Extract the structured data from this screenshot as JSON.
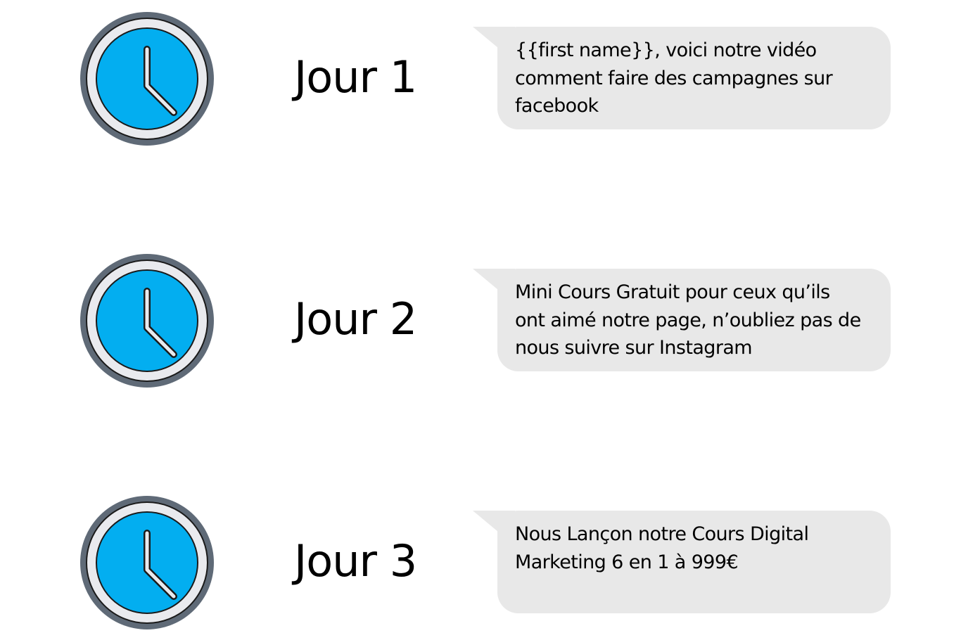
{
  "colors": {
    "clock_face": "#03aef0",
    "clock_outer_ring": "#5f6a77",
    "clock_inner_ring": "#e9eaee",
    "bubble_background": "#e8e8e8"
  },
  "steps": [
    {
      "icon": "clock-icon",
      "day_label": "Jour 1",
      "message": "{{first name}}, voici  notre vidéo comment faire des campagnes sur facebook"
    },
    {
      "icon": "clock-icon",
      "day_label": "Jour 2",
      "message": "Mini Cours Gratuit pour ceux qu’ils ont aimé notre page, n’oubliez pas de nous suivre sur Instagram"
    },
    {
      "icon": "clock-icon",
      "day_label": "Jour 3",
      "message": "Nous Lançon notre Cours Digital Marketing 6 en 1 à 999€"
    }
  ]
}
